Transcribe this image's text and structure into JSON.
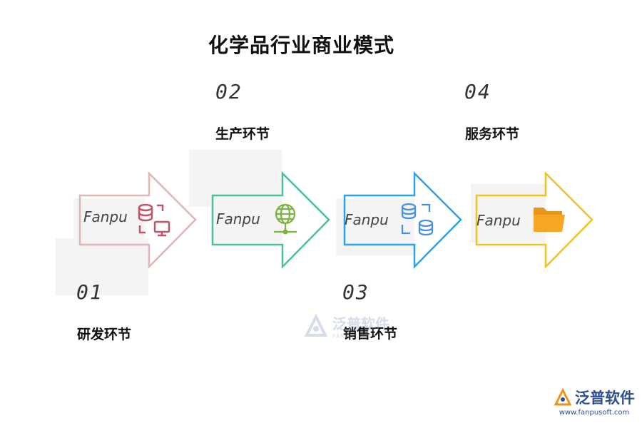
{
  "title": "化学品行业商业模式",
  "steps": [
    {
      "num": "01",
      "label": "研发环节",
      "color": "#e0b5b5",
      "icon_color": "#c0556a",
      "icon": "database-monitor-icon"
    },
    {
      "num": "02",
      "label": "生产环节",
      "color": "#4cbf9a",
      "icon_color": "#7cb342",
      "icon": "globe-network-icon"
    },
    {
      "num": "03",
      "label": "销售环节",
      "color": "#29a3e8",
      "icon_color": "#4a90e2",
      "icon": "database-sync-icon"
    },
    {
      "num": "04",
      "label": "服务环节",
      "color": "#f2c31a",
      "icon_color": "#f5a623",
      "icon": "folder-icon"
    }
  ],
  "fanpu_label": "Fanpu",
  "watermark": {
    "text": "泛普软件",
    "sub": "FANPUSOFT"
  },
  "brand": {
    "name": "泛普软件",
    "url": "www.fanpusoft.com",
    "color": "#2f4f8f"
  }
}
